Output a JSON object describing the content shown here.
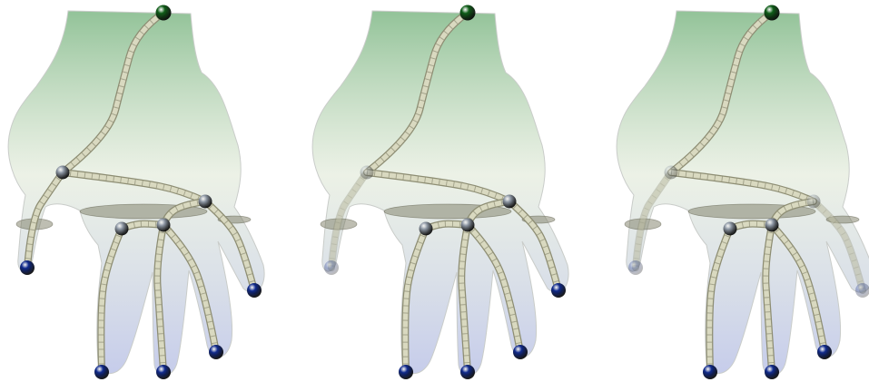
{
  "figure": {
    "panels": [
      {
        "id": "panel-1",
        "faded_joints": []
      },
      {
        "id": "panel-2",
        "faded_joints": [
          "thumb-base",
          "thumb-tip"
        ]
      },
      {
        "id": "panel-3",
        "faded_joints": [
          "thumb-base",
          "thumb-tip",
          "pinky-base",
          "pinky-tip"
        ]
      }
    ],
    "colors": {
      "hand_top": "#7fb886",
      "hand_bottom": "#b7bfe6",
      "bone": "#d9d9c0",
      "bone_stroke": "#8d8d73",
      "joint": "#8c96a3",
      "tip": "#102a8c",
      "root": "#0f5d18",
      "disc": "#6f6f55"
    },
    "icons": {
      "root": "green-sphere",
      "joint": "gray-sphere",
      "tip": "blue-sphere",
      "disc": "palm-disc"
    }
  }
}
